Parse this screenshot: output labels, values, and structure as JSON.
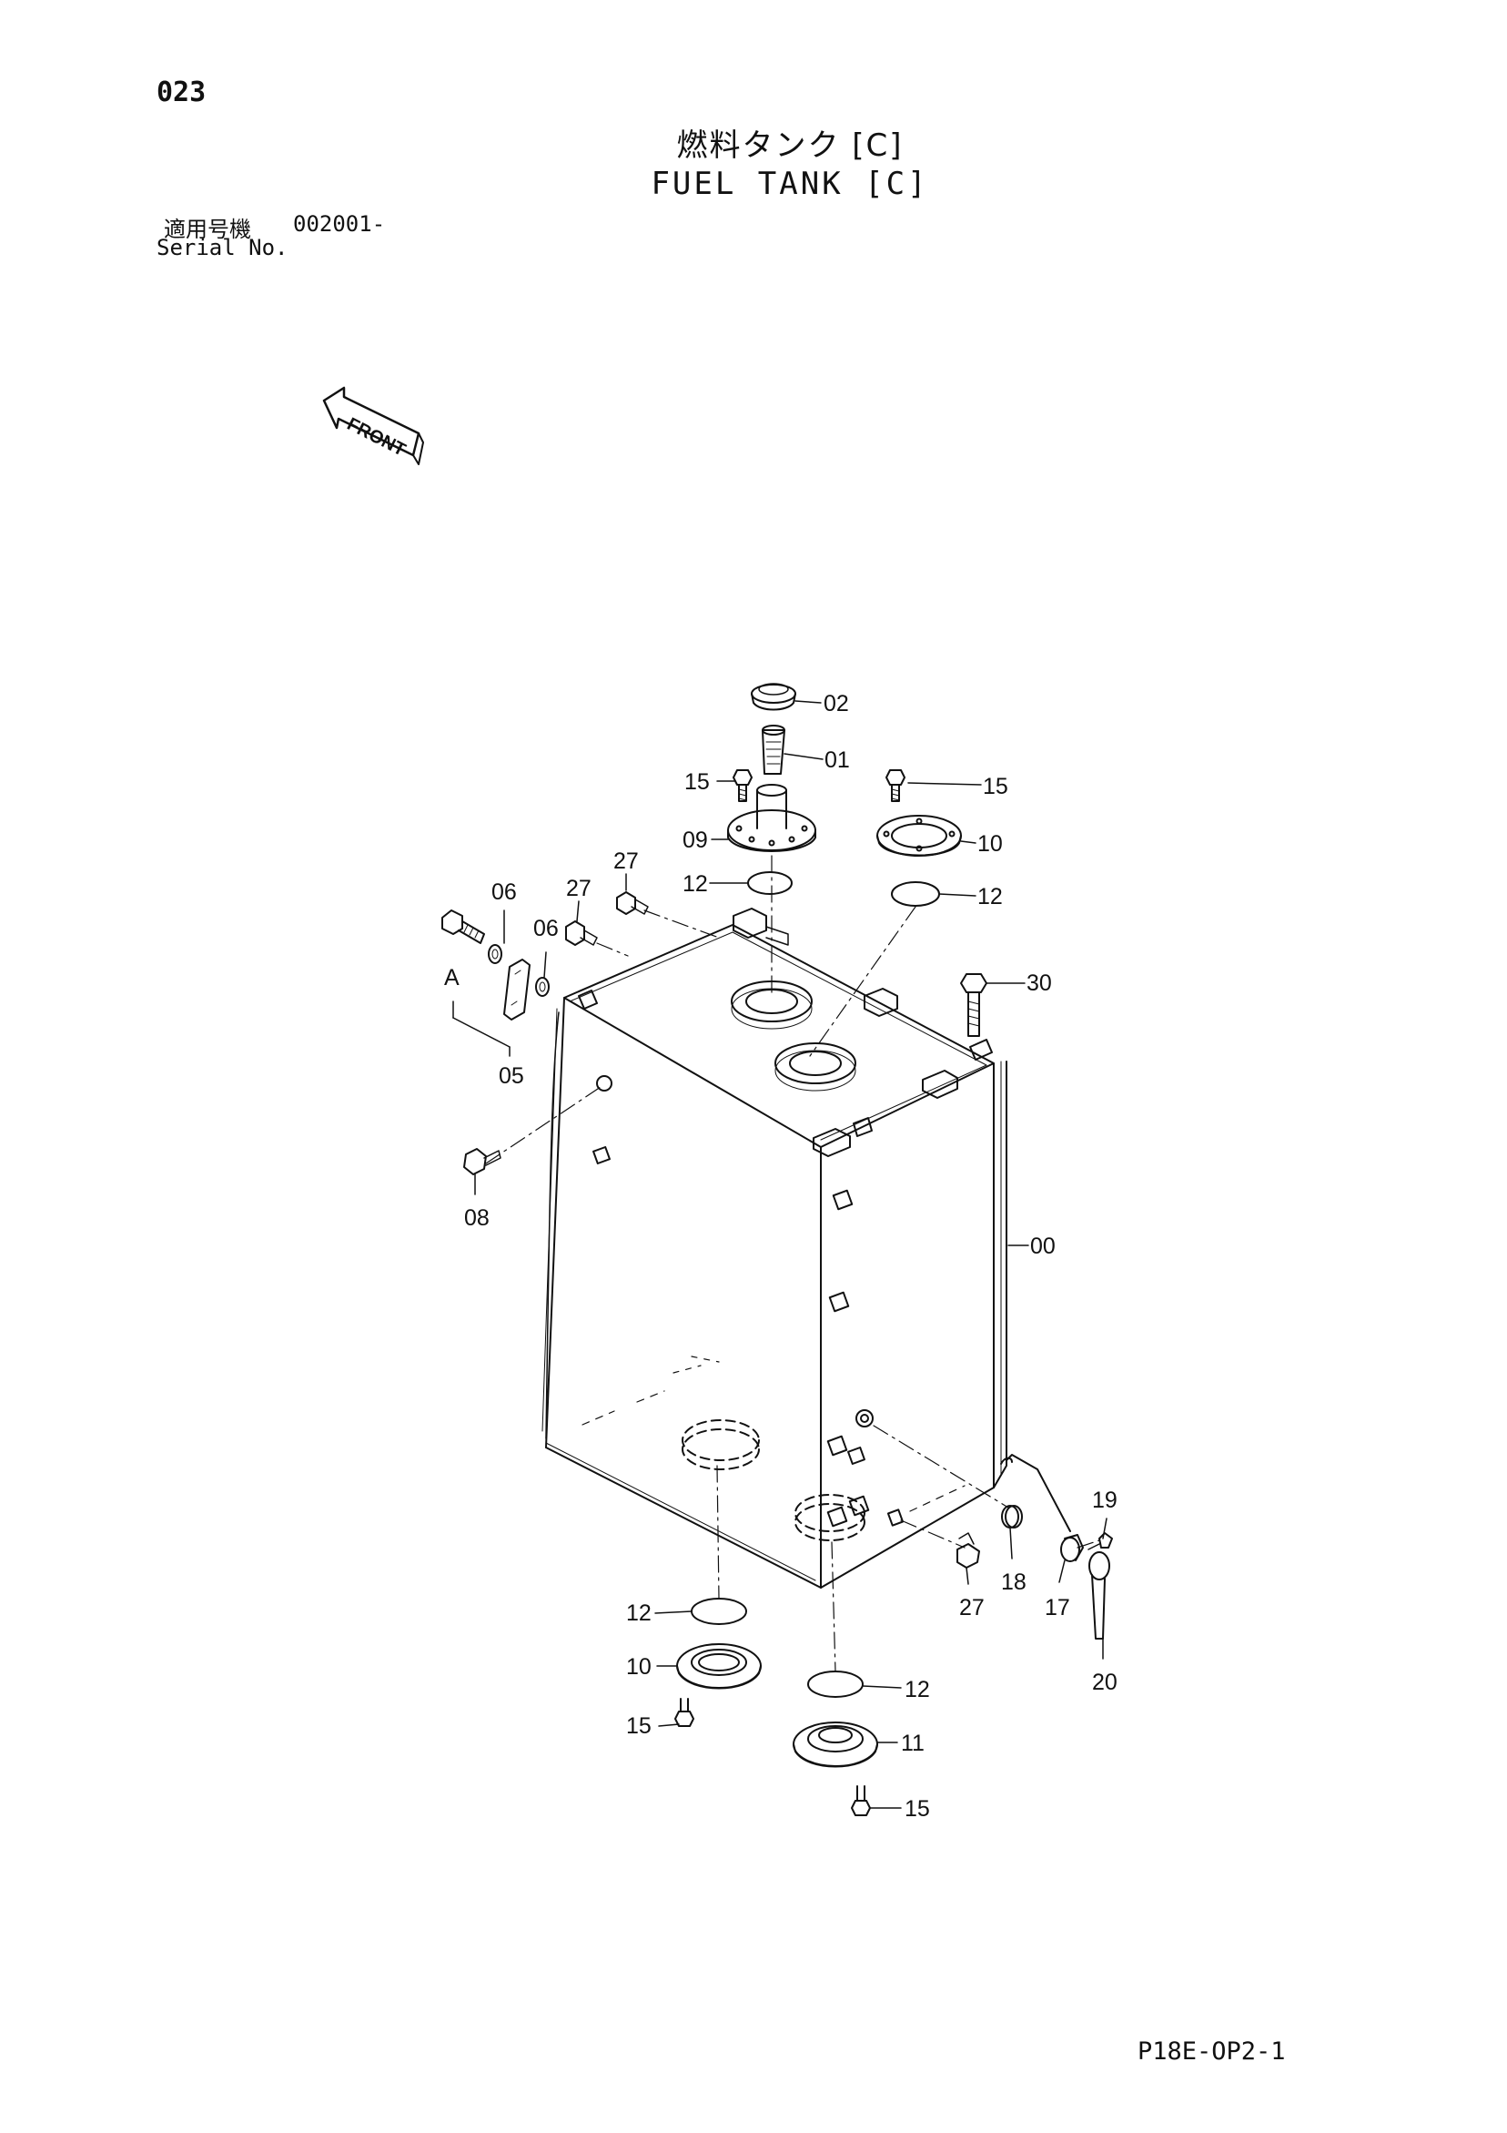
{
  "header": {
    "page_number": "023",
    "title_jp": "燃料タンク [C]",
    "title_en": "FUEL TANK [C]",
    "serial_label_jp": "適用号機",
    "serial_value": "002001-",
    "serial_label_en": "Serial No."
  },
  "front_arrow": {
    "label": "FRONT"
  },
  "callouts": {
    "c00": "00",
    "c01": "01",
    "c02": "02",
    "c05": "05",
    "c06a": "06",
    "c06b": "06",
    "c08": "08",
    "c09": "09",
    "c10a": "10",
    "c10b": "10",
    "c11": "11",
    "c12a": "12",
    "c12b": "12",
    "c12c": "12",
    "c12d": "12",
    "c15a": "15",
    "c15b": "15",
    "c15c": "15",
    "c15d": "15",
    "c17": "17",
    "c18": "18",
    "c19": "19",
    "c20": "20",
    "c27a": "27",
    "c27b": "27",
    "c27c": "27",
    "c30": "30",
    "cA": "A"
  },
  "footer": {
    "drawing_code": "P18E-OP2-1"
  }
}
